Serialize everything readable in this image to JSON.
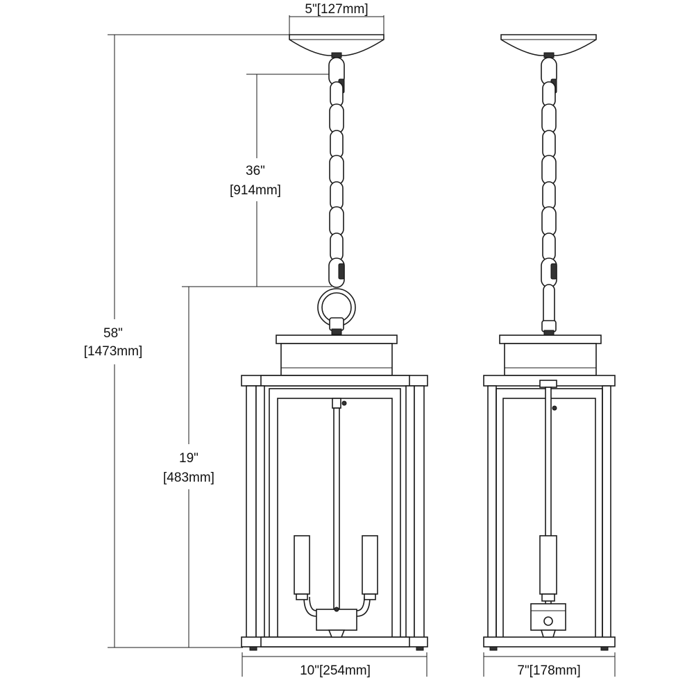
{
  "dimensions": {
    "canopy_width": "5\"[127mm]",
    "chain_length_in": "36\"",
    "chain_length_mm": "[914mm]",
    "overall_height_in": "58\"",
    "overall_height_mm": "[1473mm]",
    "fixture_height_in": "19\"",
    "fixture_height_mm": "[483mm]",
    "front_width": "10\"[254mm]",
    "side_width": "7\"[178mm]"
  },
  "colors": {
    "line": "#1a1a1a",
    "background": "#ffffff"
  }
}
